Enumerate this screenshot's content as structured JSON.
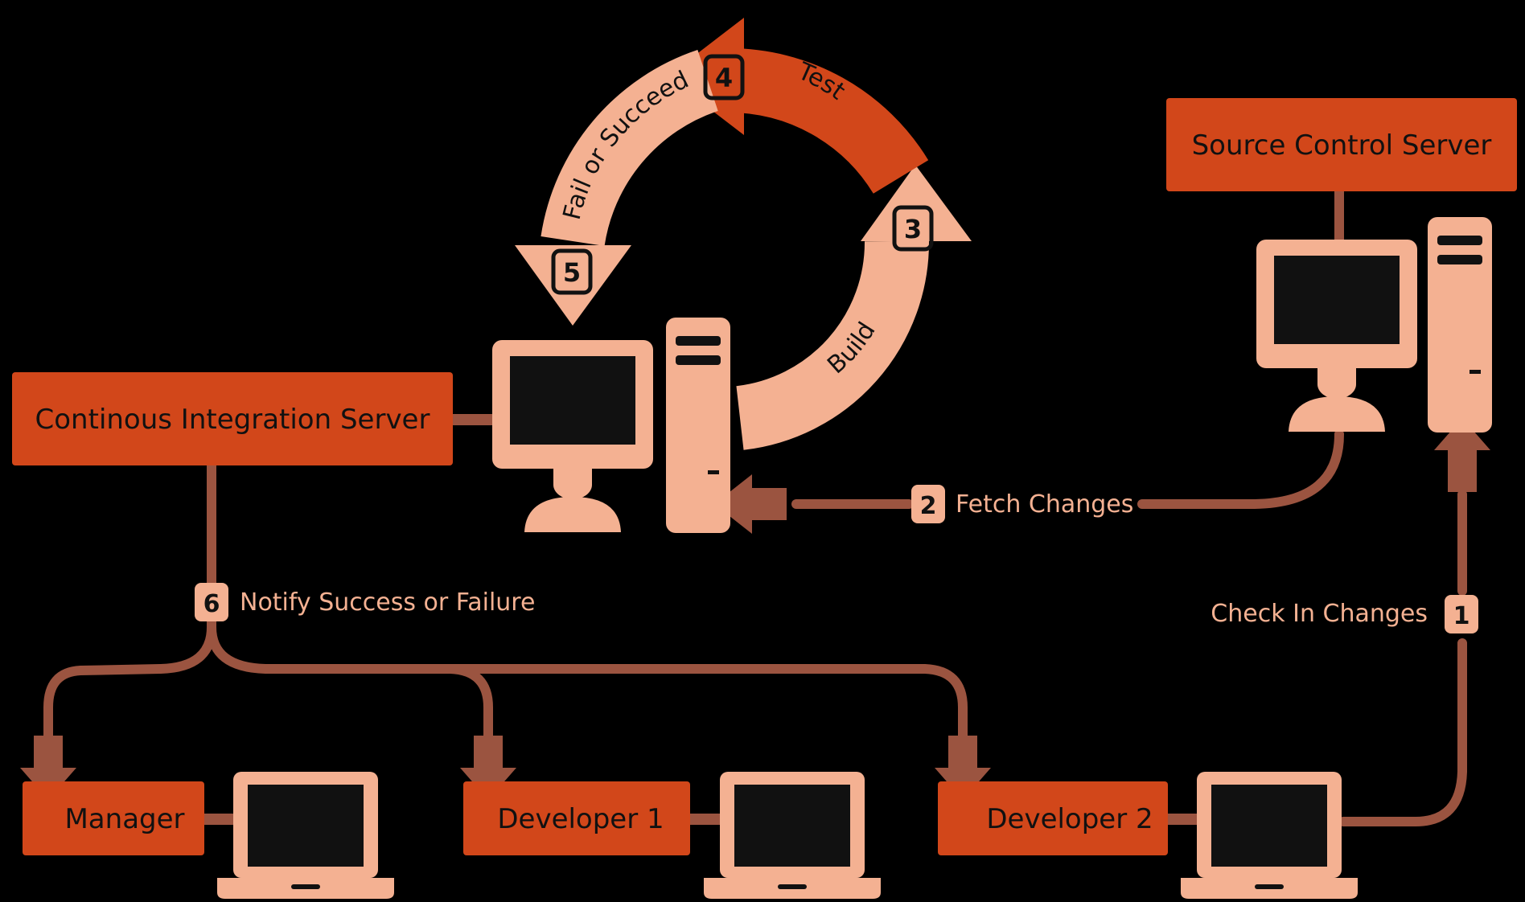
{
  "colors": {
    "background": "#000000",
    "orange": "#d2471a",
    "peach": "#f4b192",
    "brown": "#9b5440",
    "dark": "#111111"
  },
  "servers": {
    "ci_label": "Continous Integration Server",
    "source_label": "Source Control Server"
  },
  "cycle": {
    "step3_number": "3",
    "step3_label": "Build",
    "step4_number": "4",
    "step4_label": "Test",
    "step5_number": "5",
    "step5_label": "Fail or Succeed"
  },
  "steps": {
    "fetch": {
      "number": "2",
      "label": "Fetch Changes"
    },
    "notify": {
      "number": "6",
      "label": "Notify Success or Failure"
    },
    "checkin": {
      "number": "1",
      "label": "Check In Changes"
    }
  },
  "people": {
    "manager": "Manager",
    "developer1": "Developer 1",
    "developer2": "Developer 2"
  },
  "icons": [
    "desktop-monitor-icon",
    "tower-computer-icon",
    "laptop-icon",
    "cycle-arrow-icon",
    "arrow-icon"
  ]
}
